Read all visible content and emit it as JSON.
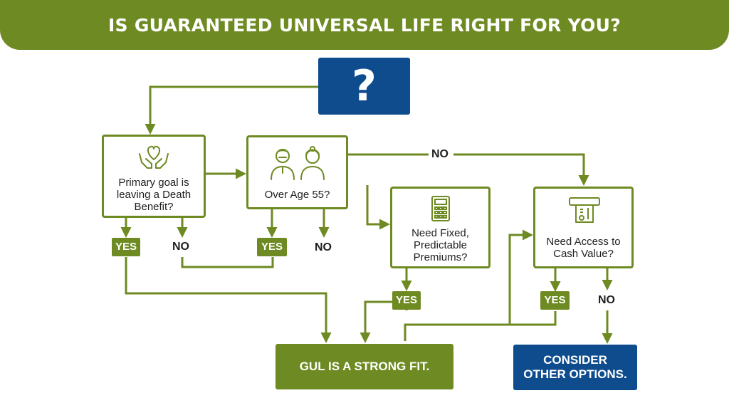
{
  "header": {
    "title": "IS GUARANTEED UNIVERSAL LIFE RIGHT FOR YOU?"
  },
  "start": {
    "symbol": "?"
  },
  "nodes": {
    "death_benefit": {
      "text": "Primary goal is\nleaving a Death\nBenefit?",
      "icon": "heart-hands-icon"
    },
    "age": {
      "text": "Over Age 55?",
      "icon": "elderly-couple-icon"
    },
    "premiums": {
      "text": "Need Fixed,\nPredictable\nPremiums?",
      "icon": "calculator-icon"
    },
    "cash": {
      "text": "Need Access to\nCash Value?",
      "icon": "atm-icon"
    }
  },
  "labels": {
    "yes": "YES",
    "no": "NO"
  },
  "results": {
    "fit": "GUL IS A STRONG FIT.",
    "other": "CONSIDER\nOTHER OPTIONS."
  },
  "colors": {
    "green": "#6e8a22",
    "blue": "#0e4c8d"
  }
}
